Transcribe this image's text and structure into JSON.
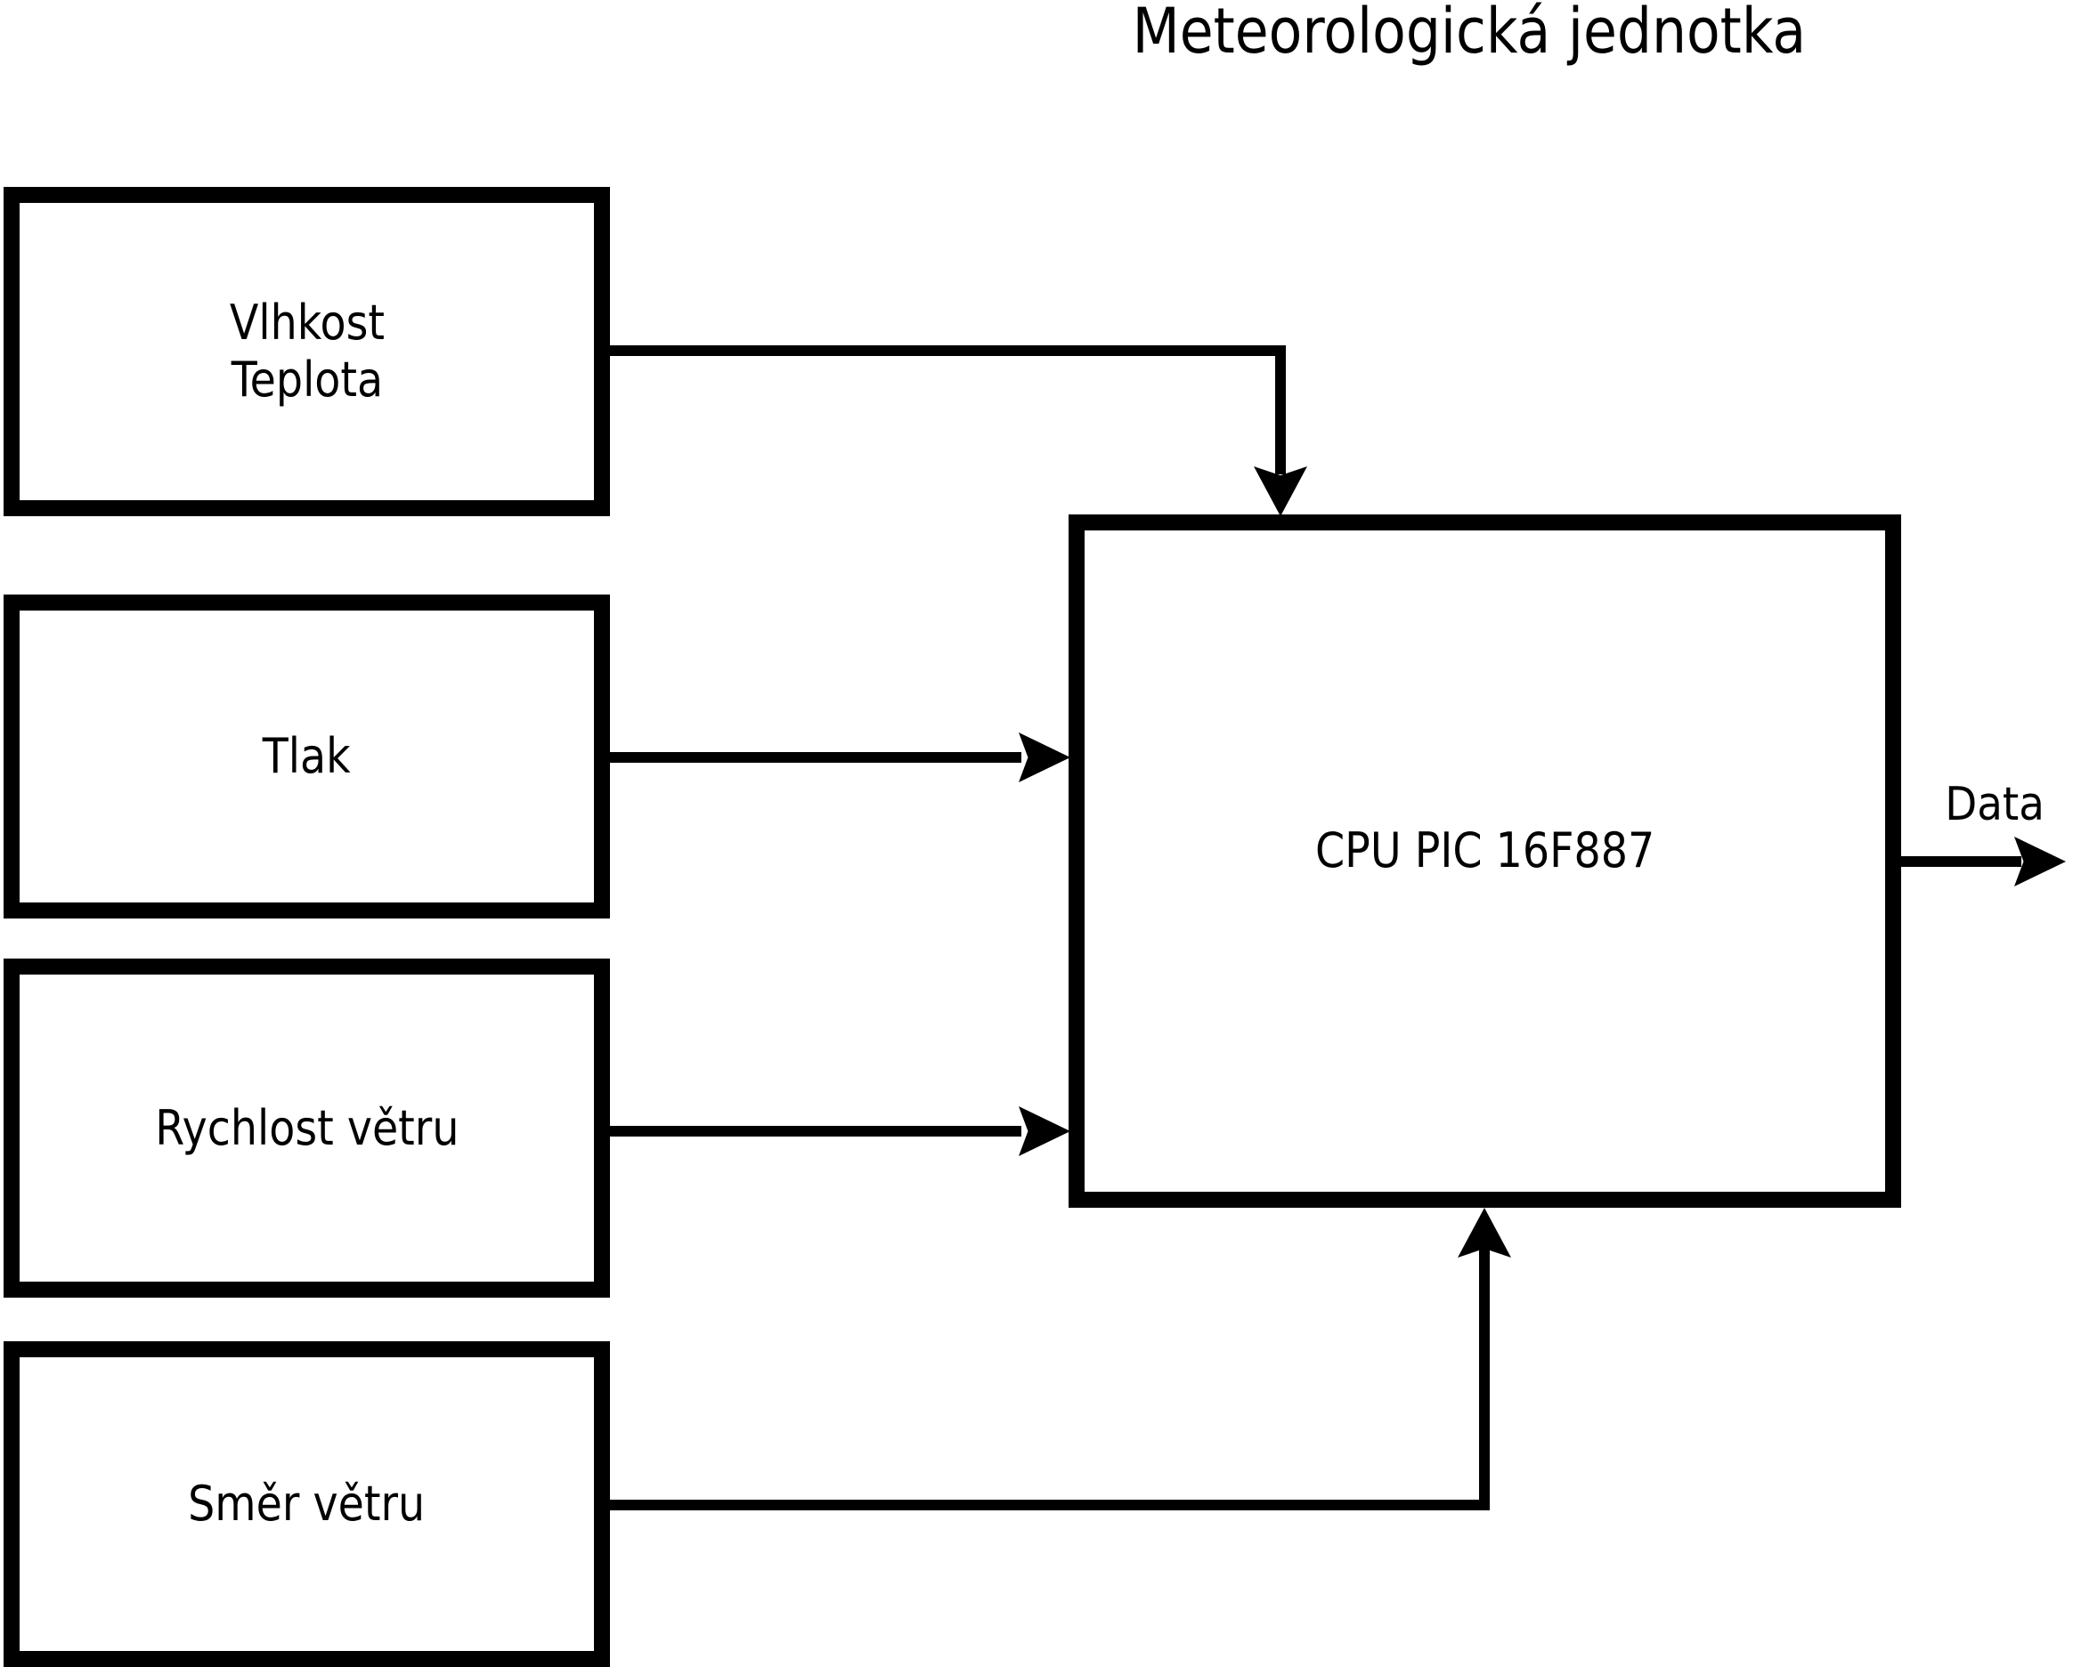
{
  "title": "Meteorologická jednotka",
  "boxes": {
    "humidity_temperature": {
      "line1": "Vlhkost",
      "line2": "Teplota"
    },
    "pressure": {
      "label": "Tlak"
    },
    "wind_speed": {
      "label": "Rychlost větru"
    },
    "wind_direction": {
      "label": "Směr větru"
    },
    "cpu": {
      "label": "CPU PIC 16F887"
    }
  },
  "output_arrow": {
    "label": "Data"
  },
  "colors": {
    "stroke": "#000000",
    "background": "#ffffff",
    "text": "#000000"
  }
}
